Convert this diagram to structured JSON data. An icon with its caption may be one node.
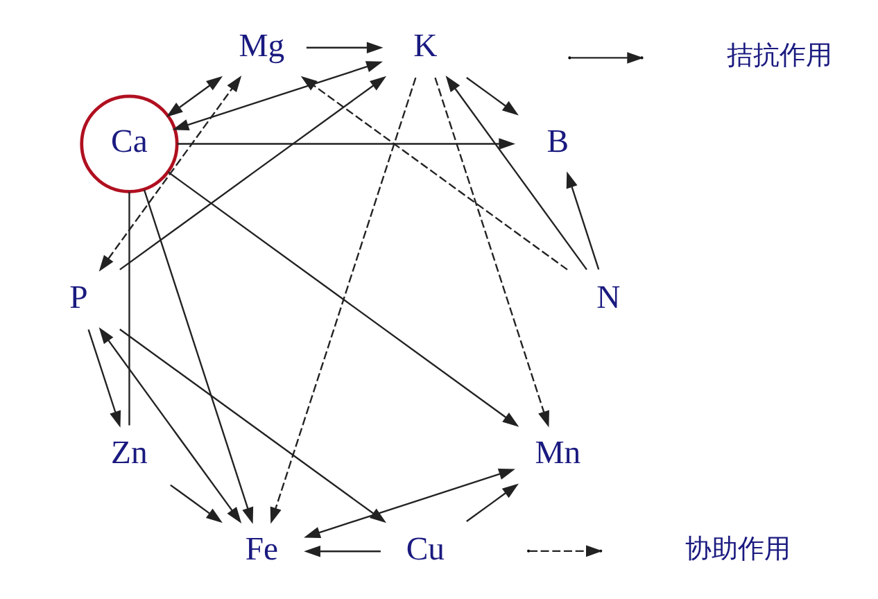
{
  "diagram": {
    "nodes": [
      {
        "text": [
          "Mn"
        ]
      },
      {
        "text": [
          "K"
        ]
      },
      {
        "text": [
          "Ca"
        ]
      },
      {
        "text": [
          "Fe"
        ]
      },
      {
        "text": [
          "Cu"
        ]
      },
      {
        "text": [
          "P"
        ]
      },
      {
        "text": [
          "Mg"
        ]
      },
      {
        "text": [
          "B"
        ]
      },
      {
        "text": [
          "Zn"
        ]
      },
      {
        "text": [
          "N"
        ]
      }
    ],
    "edges": [
      {
        "from": 1,
        "to": 0,
        "arrow": "to",
        "style": "dashed"
      },
      {
        "from": 1,
        "to": 3,
        "arrow": "to",
        "style": "dashed"
      },
      {
        "from": 1,
        "to": 2,
        "arrow": "both"
      },
      {
        "from": 2,
        "to": 0,
        "arrow": "to"
      },
      {
        "from": 0,
        "to": 3,
        "arrow": "both"
      },
      {
        "from": 1,
        "to": 7,
        "arrow": "to"
      },
      {
        "from": 6,
        "to": 1,
        "arrow": "to"
      },
      {
        "from": 9,
        "to": 1,
        "arrow": "to"
      },
      {
        "from": 5,
        "to": 1,
        "arrow": "to"
      },
      {
        "from": 3,
        "to": 5,
        "arrow": "both"
      },
      {
        "from": 4,
        "to": 3,
        "arrow": "to"
      },
      {
        "from": 2,
        "to": 3,
        "arrow": "to"
      },
      {
        "from": 8,
        "to": 3,
        "arrow": "to"
      },
      {
        "from": 2,
        "to": 7,
        "arrow": "to"
      },
      {
        "from": 2,
        "to": 6,
        "arrow": "both"
      },
      {
        "from": 2,
        "to": 8,
        "arrow": "none"
      },
      {
        "from": 4,
        "to": 0,
        "arrow": "to"
      },
      {
        "from": 5,
        "to": 4,
        "arrow": "to"
      },
      {
        "from": 5,
        "to": 6,
        "arrow": "both",
        "style": "dashed"
      },
      {
        "from": 9,
        "to": 6,
        "arrow": "to",
        "style": "dashed"
      },
      {
        "from": 5,
        "to": 8,
        "arrow": "to"
      },
      {
        "from": 9,
        "to": 7,
        "arrow": "to"
      }
    ],
    "legend": [
      {
        "text": "拮抗作用"
      },
      {
        "text": "协助作用"
      }
    ]
  }
}
